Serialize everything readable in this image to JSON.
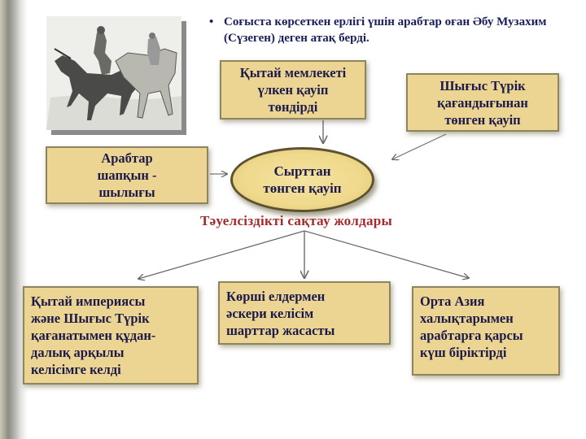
{
  "bullet": {
    "marker": "•",
    "text": "Соғыста көрсеткен ерлігі үшін арабтар оған Әбу Музахим (Сүзеген) деген атақ берді."
  },
  "image": {
    "alt": "horsemen-engraving"
  },
  "diagram": {
    "center": "Сырттан\nтөнген қауіп",
    "threats": [
      {
        "id": "china",
        "text": "Қытай мемлекеті\nүлкен қауіп\nтөндірді"
      },
      {
        "id": "east-turkic",
        "text": "Шығыс Түрік\nқағандығынан\nтөнген қауіп"
      },
      {
        "id": "arabs",
        "text": "Арабтар\nшапқын -\nшылығы"
      }
    ],
    "subtitle": "Тәуелсіздікті сақтау жолдары",
    "ways": [
      {
        "id": "dynastic-marriage",
        "text": "Қытай империясы\nжәне Шығыс Түрік\nқағанатымен құдан-\nдалық арқылы\nкелісімге келді"
      },
      {
        "id": "military-treaty",
        "text": "Көрші елдермен\nәскери келісім\nшарттар жасасты"
      },
      {
        "id": "central-asia-alliance",
        "text": "Орта Азия\nхалықтарымен\nарабтарға қарсы\nкүш біріктірді"
      }
    ]
  },
  "colors": {
    "box_fill": "#ecd592",
    "text_dark": "#1c1a4a",
    "subtitle": "#a8282a",
    "bullet_text": "#1a1f5c"
  }
}
